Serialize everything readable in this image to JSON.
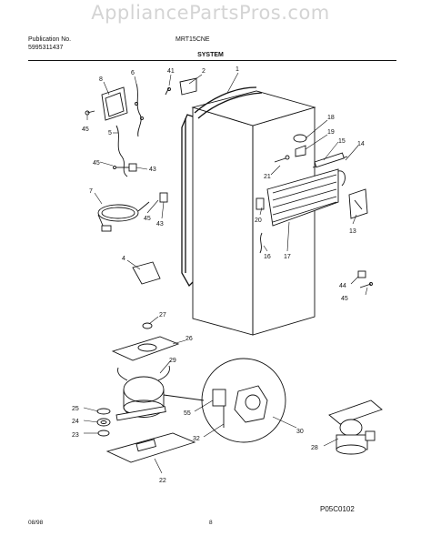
{
  "watermark": "AppliancePartsPros.com",
  "header": {
    "publication_label": "Publication No.",
    "publication_number": "5995311437",
    "model": "MRT15CNE",
    "section_title": "SYSTEM"
  },
  "footer": {
    "diagram_code": "P05C0102",
    "date": "08/98",
    "page": "8"
  },
  "callouts": [
    "1",
    "2",
    "6",
    "8",
    "41",
    "45",
    "5",
    "45",
    "43",
    "7",
    "45",
    "43",
    "18",
    "19",
    "15",
    "14",
    "21",
    "20",
    "16",
    "17",
    "13",
    "4",
    "27",
    "26",
    "29",
    "25",
    "24",
    "23",
    "22",
    "55",
    "32",
    "30",
    "28",
    "44",
    "45"
  ]
}
